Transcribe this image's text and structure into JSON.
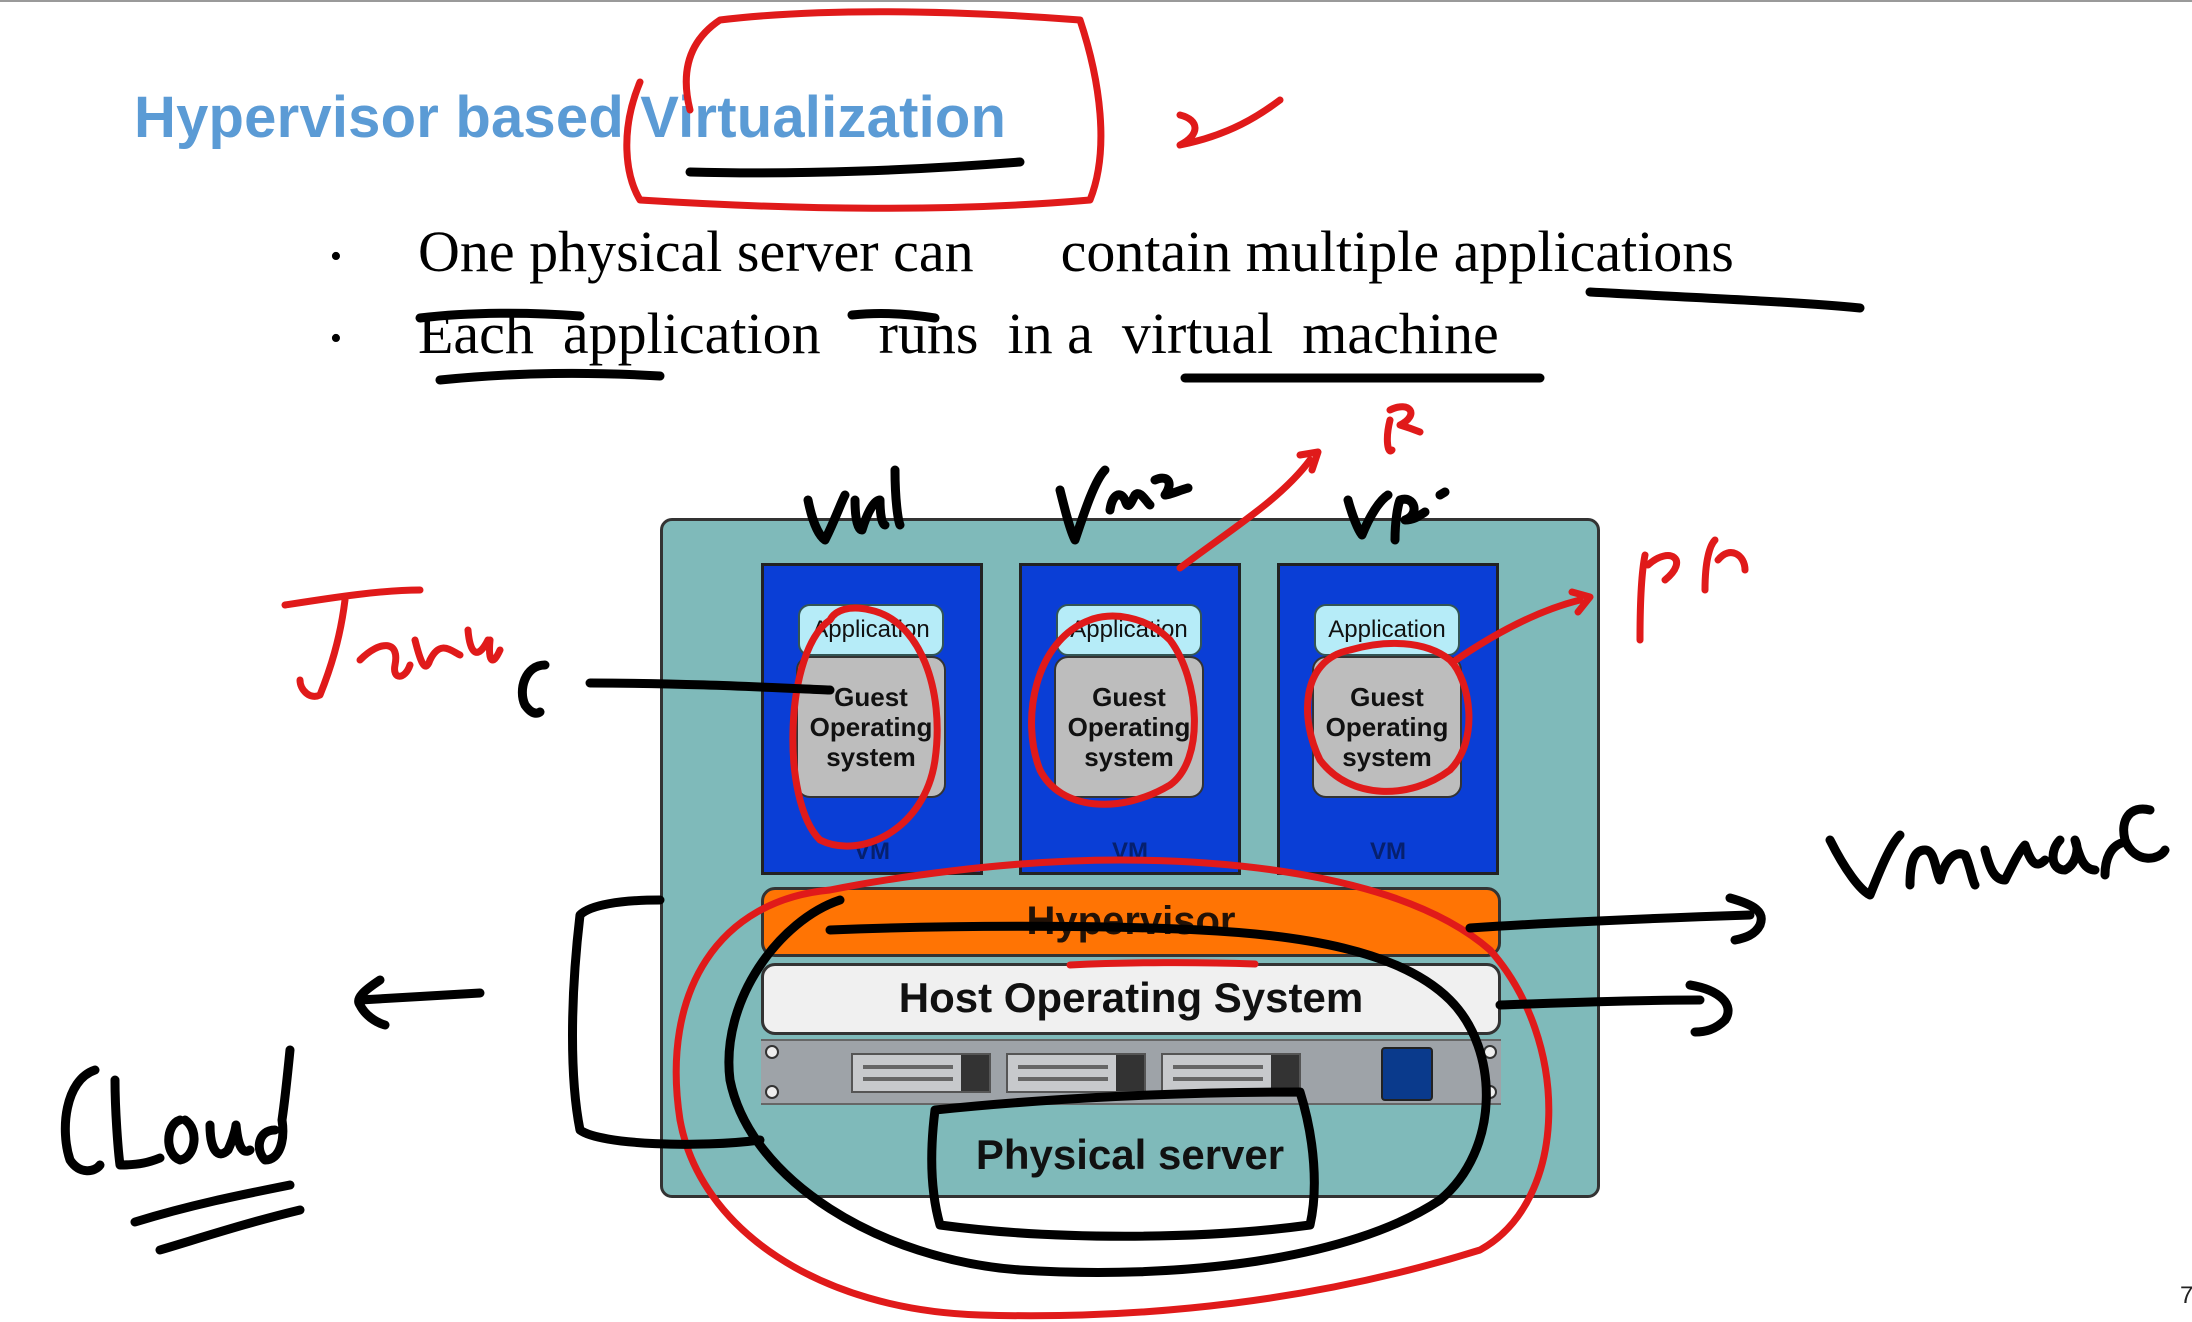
{
  "slide": {
    "title": "Hypervisor based Virtualization",
    "bullets": [
      "One physical server can      contain multiple applications",
      "Each  application    runs  in a  virtual  machine"
    ],
    "bullet_glyph": "•",
    "page_number": "7"
  },
  "diagram": {
    "vms": [
      {
        "application": "Application",
        "guest_os": "Guest Operating system",
        "label": "VM"
      },
      {
        "application": "Application",
        "guest_os": "Guest Operating system",
        "label": "VM"
      },
      {
        "application": "Application",
        "guest_os": "Guest Operating system",
        "label": "VM"
      }
    ],
    "hypervisor": "Hypervisor",
    "host_os": "Host Operating System",
    "physical_server": "Physical server",
    "colors": {
      "background": "#7fbaba",
      "vm": "#0a3ed6",
      "hypervisor": "#ff7404",
      "title": "#5b9bd5",
      "annotation_red": "#e01a1a",
      "annotation_black": "#000000"
    }
  }
}
